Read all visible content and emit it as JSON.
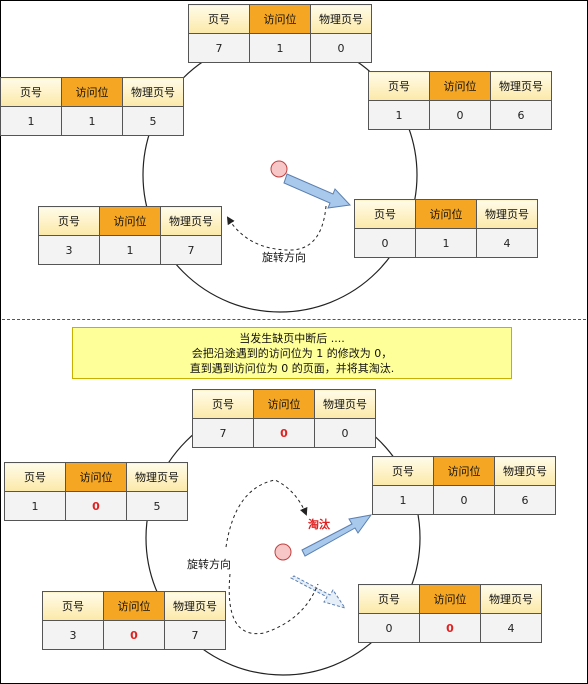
{
  "headers": {
    "page_no": "页号",
    "access_bit": "访问位",
    "physical_page_no": "物理页号"
  },
  "top": {
    "rotation_label": "旋转方向",
    "tables": [
      {
        "id": "t1",
        "page_no": "7",
        "access_bit": "1",
        "physical_page_no": "0",
        "access_red": false
      },
      {
        "id": "t2",
        "page_no": "1",
        "access_bit": "1",
        "physical_page_no": "5",
        "access_red": false
      },
      {
        "id": "t3",
        "page_no": "1",
        "access_bit": "0",
        "physical_page_no": "6",
        "access_red": false
      },
      {
        "id": "t4",
        "page_no": "3",
        "access_bit": "1",
        "physical_page_no": "7",
        "access_red": false
      },
      {
        "id": "t5",
        "page_no": "0",
        "access_bit": "1",
        "physical_page_no": "4",
        "access_red": false
      }
    ]
  },
  "note": {
    "line1": "当发生缺页中断后 ....",
    "line2": "会把沿途遇到的访问位为  1 的修改为 0，",
    "line3": "直到遇到访问位为 0 的页面，并将其淘汰."
  },
  "bottom": {
    "rotation_label": "旋转方向",
    "evict_label": "淘汰",
    "tables": [
      {
        "id": "b1",
        "page_no": "7",
        "access_bit": "0",
        "physical_page_no": "0",
        "access_red": true
      },
      {
        "id": "b2",
        "page_no": "1",
        "access_bit": "0",
        "physical_page_no": "5",
        "access_red": true
      },
      {
        "id": "b3",
        "page_no": "1",
        "access_bit": "0",
        "physical_page_no": "6",
        "access_red": false
      },
      {
        "id": "b4",
        "page_no": "3",
        "access_bit": "0",
        "physical_page_no": "7",
        "access_red": true
      },
      {
        "id": "b5",
        "page_no": "0",
        "access_bit": "0",
        "physical_page_no": "4",
        "access_red": true
      }
    ]
  },
  "colors": {
    "accent": "#f5a623",
    "header": "#fce9a8",
    "red": "#e02020",
    "arrow_fill": "#a8c8ec",
    "arrow_stroke": "#5a7fb0",
    "note_bg": "#ffff99"
  }
}
